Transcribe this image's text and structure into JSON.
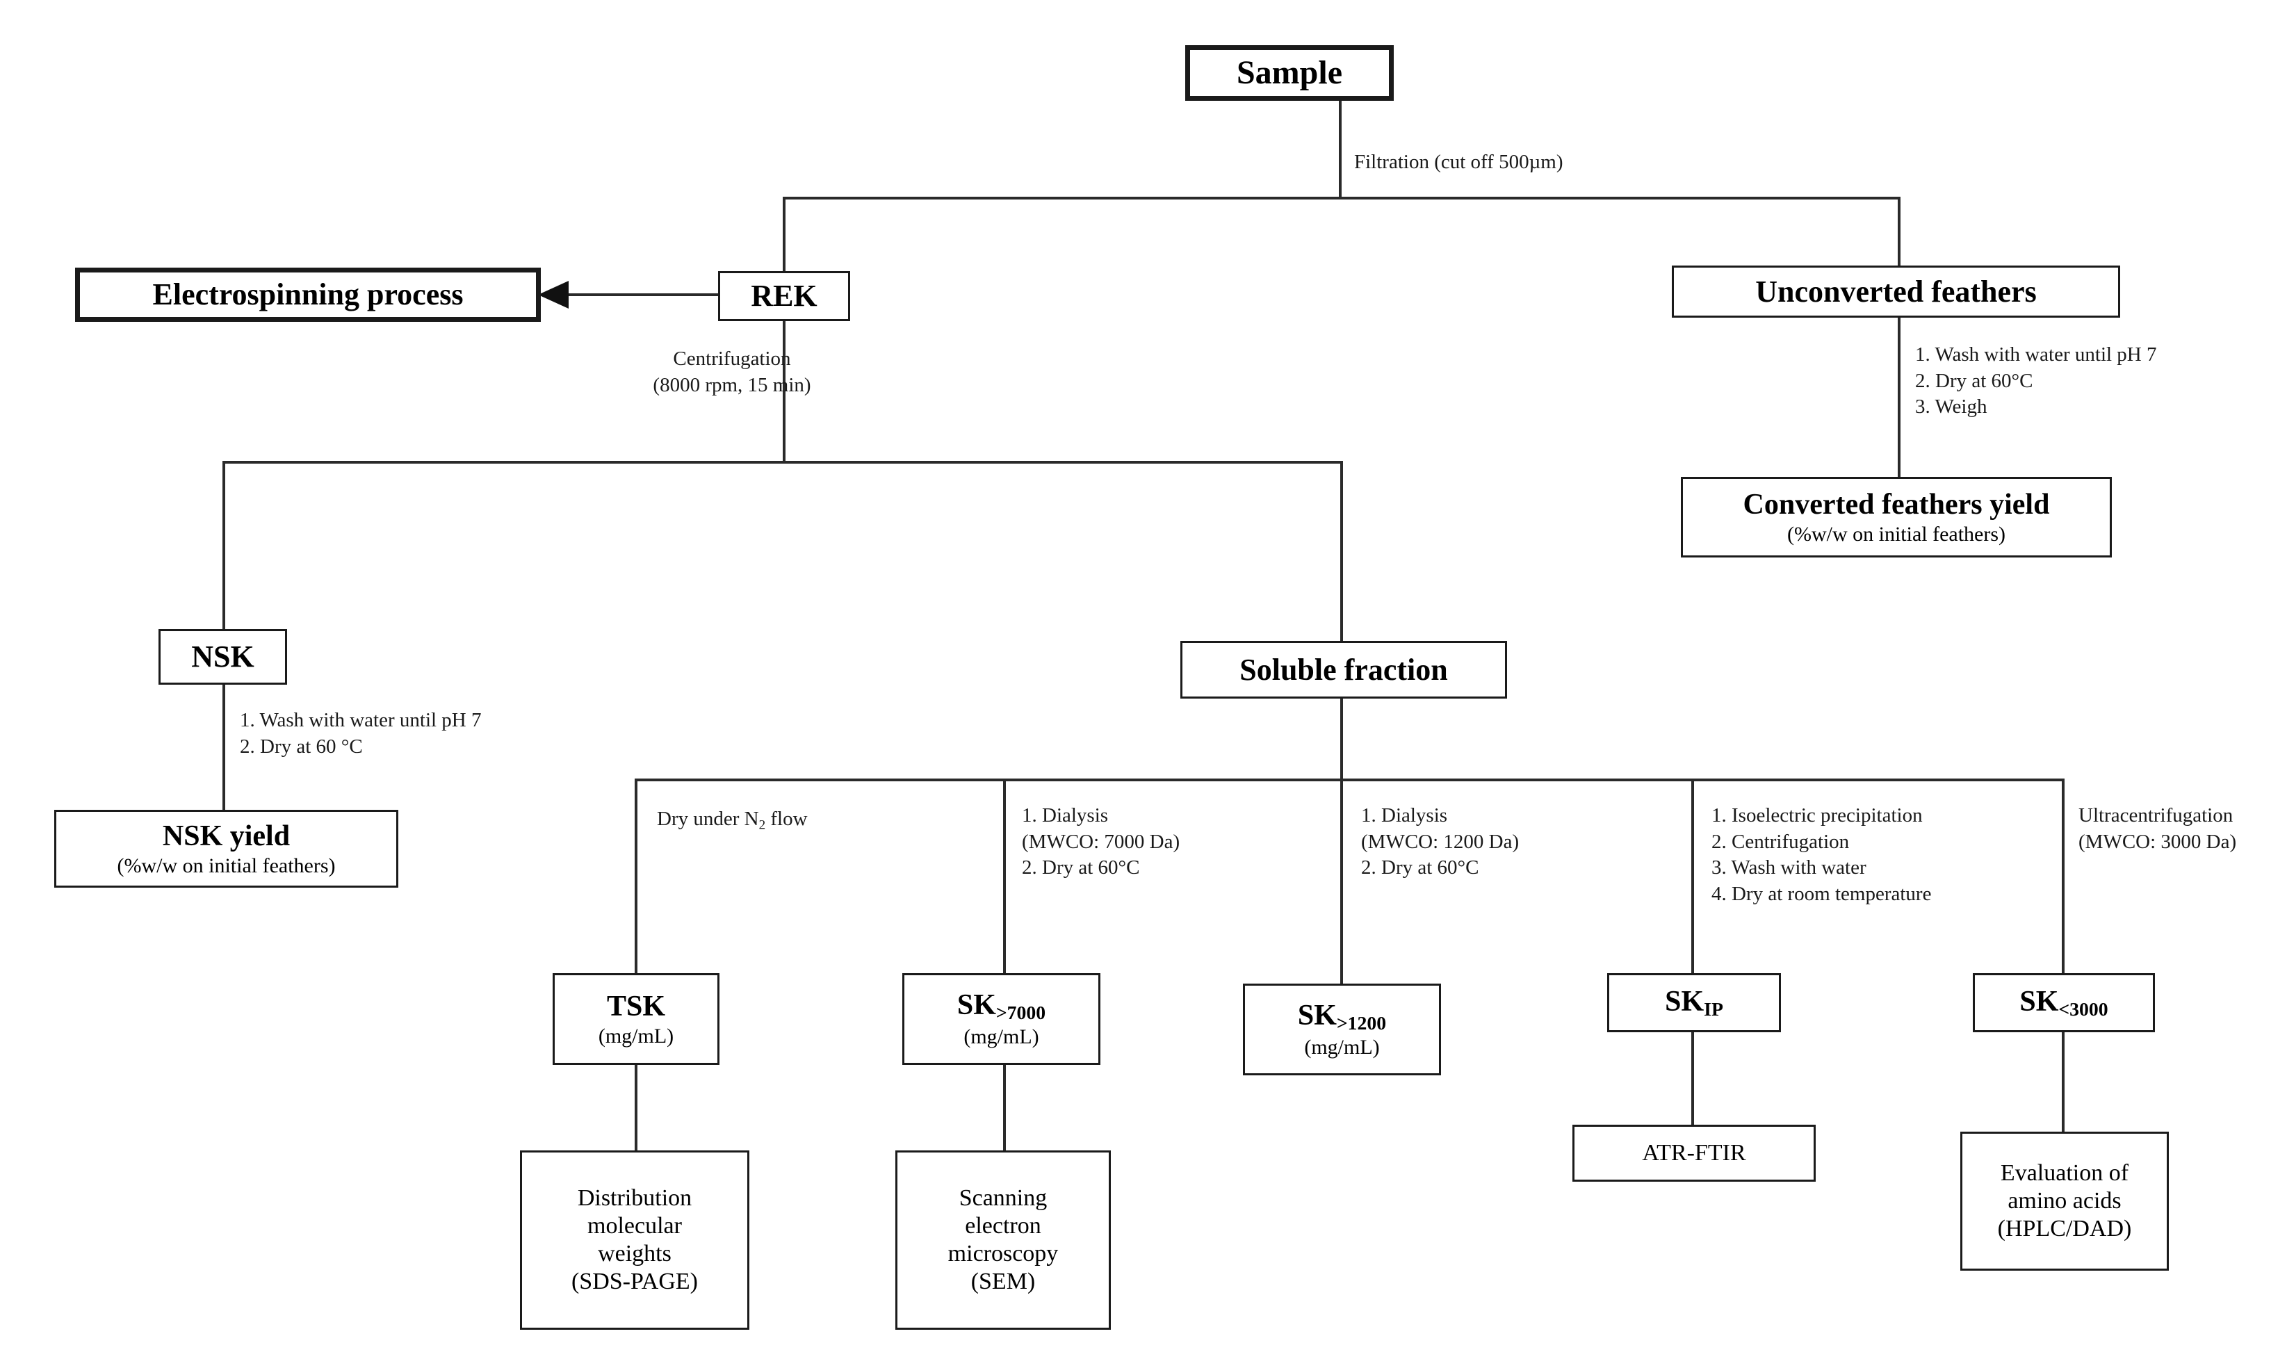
{
  "diagram": {
    "title": "Feather keratin extraction and characterization flowchart",
    "colors": {
      "ink": "#1a1a1a",
      "background": "#ffffff"
    }
  },
  "nodes": {
    "sample": {
      "label": "Sample"
    },
    "electrospinning": {
      "label": "Electrospinning  process"
    },
    "rek": {
      "label": "REK"
    },
    "unconverted": {
      "label": "Unconverted  feathers"
    },
    "converted_yield": {
      "label": "Converted feathers yield",
      "sub": "(%w/w on initial  feathers)"
    },
    "nsk": {
      "label": "NSK"
    },
    "nsk_yield": {
      "label": "NSK yield",
      "sub": "(%w/w on initial  feathers)"
    },
    "soluble": {
      "label": "Soluble  fraction"
    },
    "tsk": {
      "label": "TSK",
      "sub": "(mg/mL)"
    },
    "sk7000": {
      "label": "SK",
      "subscript": ">7000",
      "sub": "(mg/mL)"
    },
    "sk1200": {
      "label": "SK",
      "subscript": ">1200",
      "sub": "(mg/mL)"
    },
    "skip": {
      "label": "SK",
      "subscript": "IP"
    },
    "sk3000": {
      "label": "SK",
      "subscript": "<3000"
    },
    "sds_page": {
      "label": "Distribution\nmolecular\nweights\n(SDS-PAGE)"
    },
    "sem": {
      "label": "Scanning\nelectron\nmicroscopy\n(SEM)"
    },
    "atr_ftir": {
      "label": "ATR-FTIR"
    },
    "amino_acids": {
      "label": "Evaluation  of\namino  acids\n(HPLC/DAD)"
    }
  },
  "edge_labels": {
    "filtration": "Filtration  (cut off 500µm)",
    "centrifugation": "Centrifugation\n(8000 rpm, 15 min)",
    "unconverted_steps": "1. Wash with water until pH 7\n2. Dry at 60°C\n3. Weigh",
    "nsk_steps": "1. Wash with water until pH 7\n2. Dry at 60 °C",
    "dry_n2": "Dry under N2 flow",
    "dry_n2_pre": "Dry under N",
    "dry_n2_sub": "2",
    "dry_n2_post": " flow",
    "dialysis_7000": "1. Dialysis\n(MWCO: 7000 Da)\n2. Dry at 60°C",
    "dialysis_1200": "1. Dialysis\n(MWCO: 1200 Da)\n2. Dry at 60°C",
    "isoelectric": "1. Isoelectric precipitation\n2. Centrifugation\n3. Wash with water\n4. Dry at room temperature",
    "ultracentrifugation": "Ultracentrifugation\n(MWCO: 3000 Da)"
  }
}
